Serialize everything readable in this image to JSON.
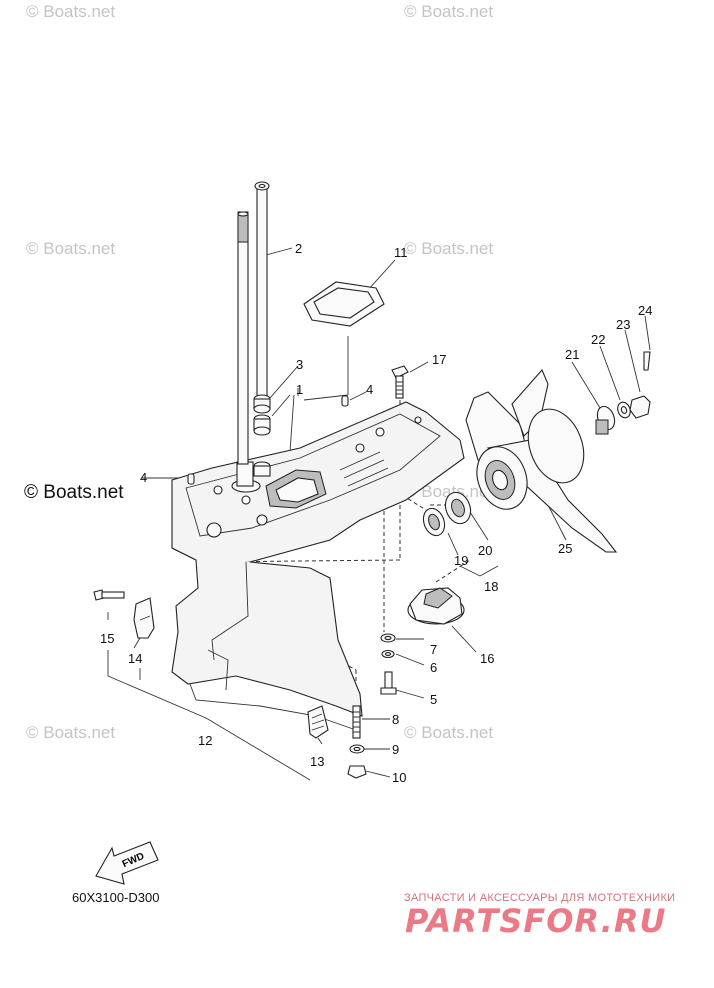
{
  "watermarks": [
    {
      "text": "© Boats.net",
      "style": "faint"
    },
    {
      "text": "© Boats.net",
      "style": "faint"
    },
    {
      "text": "© Boats.net",
      "style": "faint"
    },
    {
      "text": "© Boats.net",
      "style": "faint"
    },
    {
      "text": "© Boats.net",
      "style": "strong"
    },
    {
      "text": "© Boats.net",
      "style": "faint"
    },
    {
      "text": "© Boats.net",
      "style": "faint"
    },
    {
      "text": "© Boats.net",
      "style": "faint"
    }
  ],
  "callouts": [
    "1",
    "2",
    "3",
    "4",
    "4",
    "5",
    "6",
    "7",
    "8",
    "9",
    "10",
    "11",
    "12",
    "13",
    "14",
    "15",
    "16",
    "17",
    "18",
    "19",
    "20",
    "21",
    "22",
    "23",
    "24",
    "25"
  ],
  "fwd_label": "FWD",
  "diagram_code": "60X3100-D300",
  "brand": {
    "subtitle": "ЗАПЧАСТИ И АКСЕССУАРЫ ДЛЯ МОТОТЕХНИКИ",
    "logo": "PARTSFOR.RU",
    "color": "#ec7a86"
  }
}
